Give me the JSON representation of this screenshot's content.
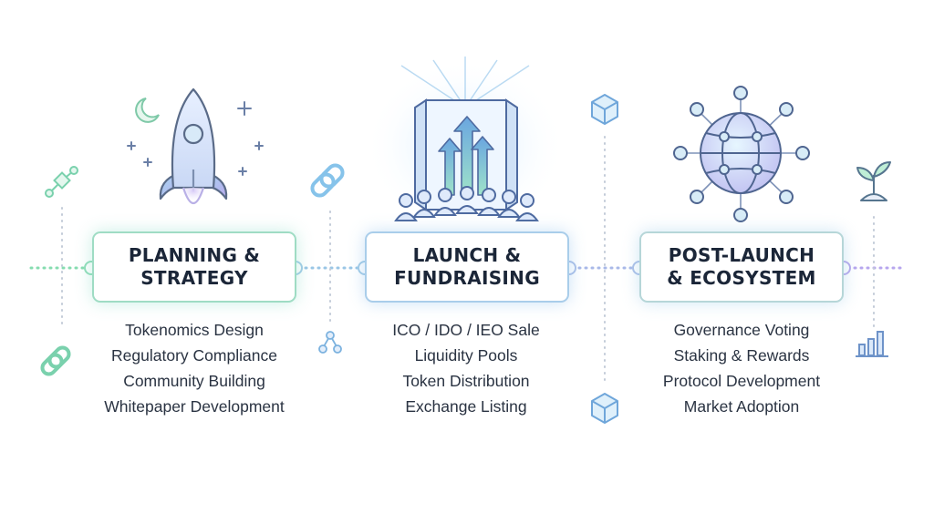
{
  "stages": [
    {
      "title": "PLANNING &\nSTRATEGY",
      "items": [
        "Tokenomics Design",
        "Regulatory Compliance",
        "Community Building",
        "Whitepaper Development"
      ]
    },
    {
      "title": "LAUNCH &\nFUNDRAISING",
      "items": [
        "ICO / IDO / IEO Sale",
        "Liquidity Pools",
        "Token Distribution",
        "Exchange Listing"
      ]
    },
    {
      "title": "POST-LAUNCH\n& ECOSYSTEM",
      "items": [
        "Governance Voting",
        "Staking & Rewards",
        "Protocol Development",
        "Market Adoption"
      ]
    }
  ],
  "icons": [
    "rocket-icon",
    "crowd-door-arrows-icon",
    "globe-network-icon",
    "moon-icon",
    "sparkle-icon",
    "chain-link-icon",
    "cube-icon",
    "sprout-icon",
    "bar-chart-icon",
    "molecule-icon"
  ],
  "colors": {
    "green": "#6fd3a8",
    "blue": "#7fb4e6",
    "purple": "#a99be6",
    "text": "#1f2a3a"
  }
}
